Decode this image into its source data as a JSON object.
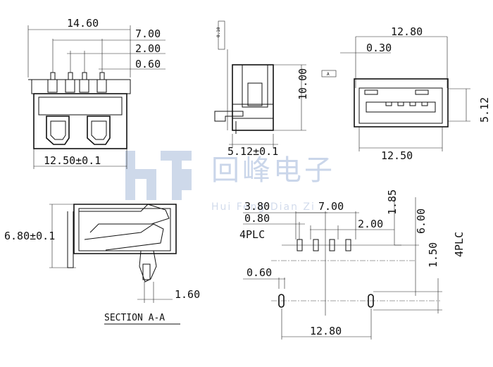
{
  "watermark": {
    "chinese": "回峰电子",
    "english": "Hui Feng Dian Zi"
  },
  "front_view": {
    "overall_width": "14.60",
    "pitch_outer": "7.00",
    "pitch_inner": "2.00",
    "pin_width": "0.60",
    "base_width": "12.50±0.1"
  },
  "side_view": {
    "height": "10.00",
    "depth": "5.12±0.1",
    "tolerance_tag": "0.10"
  },
  "end_view": {
    "overall_width": "12.80",
    "wall": "0.30",
    "port_height": "5.12",
    "port_width": "12.50",
    "datum_tag": "A"
  },
  "section_view": {
    "height": "6.80±0.1",
    "tail": "1.60",
    "caption": "SECTION A-A"
  },
  "footprint": {
    "offset": "3.80",
    "pitch": "7.00",
    "pad_width": "0.80",
    "pad_pitch": "2.00",
    "pad_count": "4PLC",
    "row_offset": "1.85",
    "row_spacing": "6.00",
    "slot_width": "1.50",
    "slot_count": "4PLC",
    "slot_pad": "0.60",
    "slot_pitch": "12.80"
  }
}
